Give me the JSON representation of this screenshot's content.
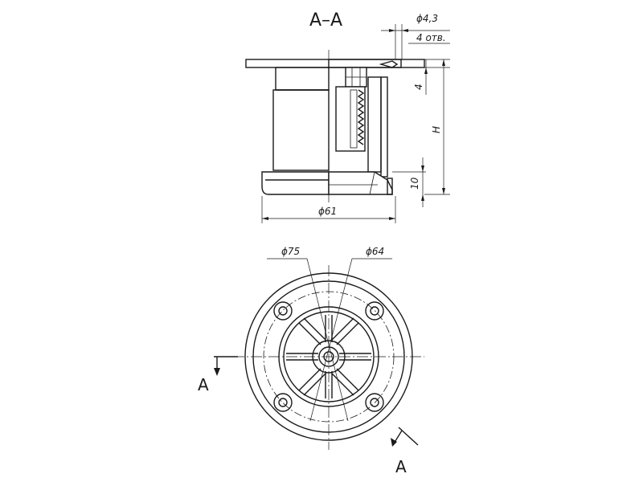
{
  "section": {
    "title": "A–A",
    "cut_label_left": "A",
    "cut_label_right": "A"
  },
  "dimensions": {
    "hole_diameter": "ϕ4,3",
    "hole_count": "4 отв.",
    "plate_thickness": "4",
    "height": "H",
    "base_height": "10",
    "base_diameter": "ϕ61",
    "outer_circle_diameter": "ϕ75",
    "bolt_circle_diameter": "ϕ64"
  },
  "colors": {
    "line": "#1a1a1a",
    "background": "#ffffff"
  }
}
